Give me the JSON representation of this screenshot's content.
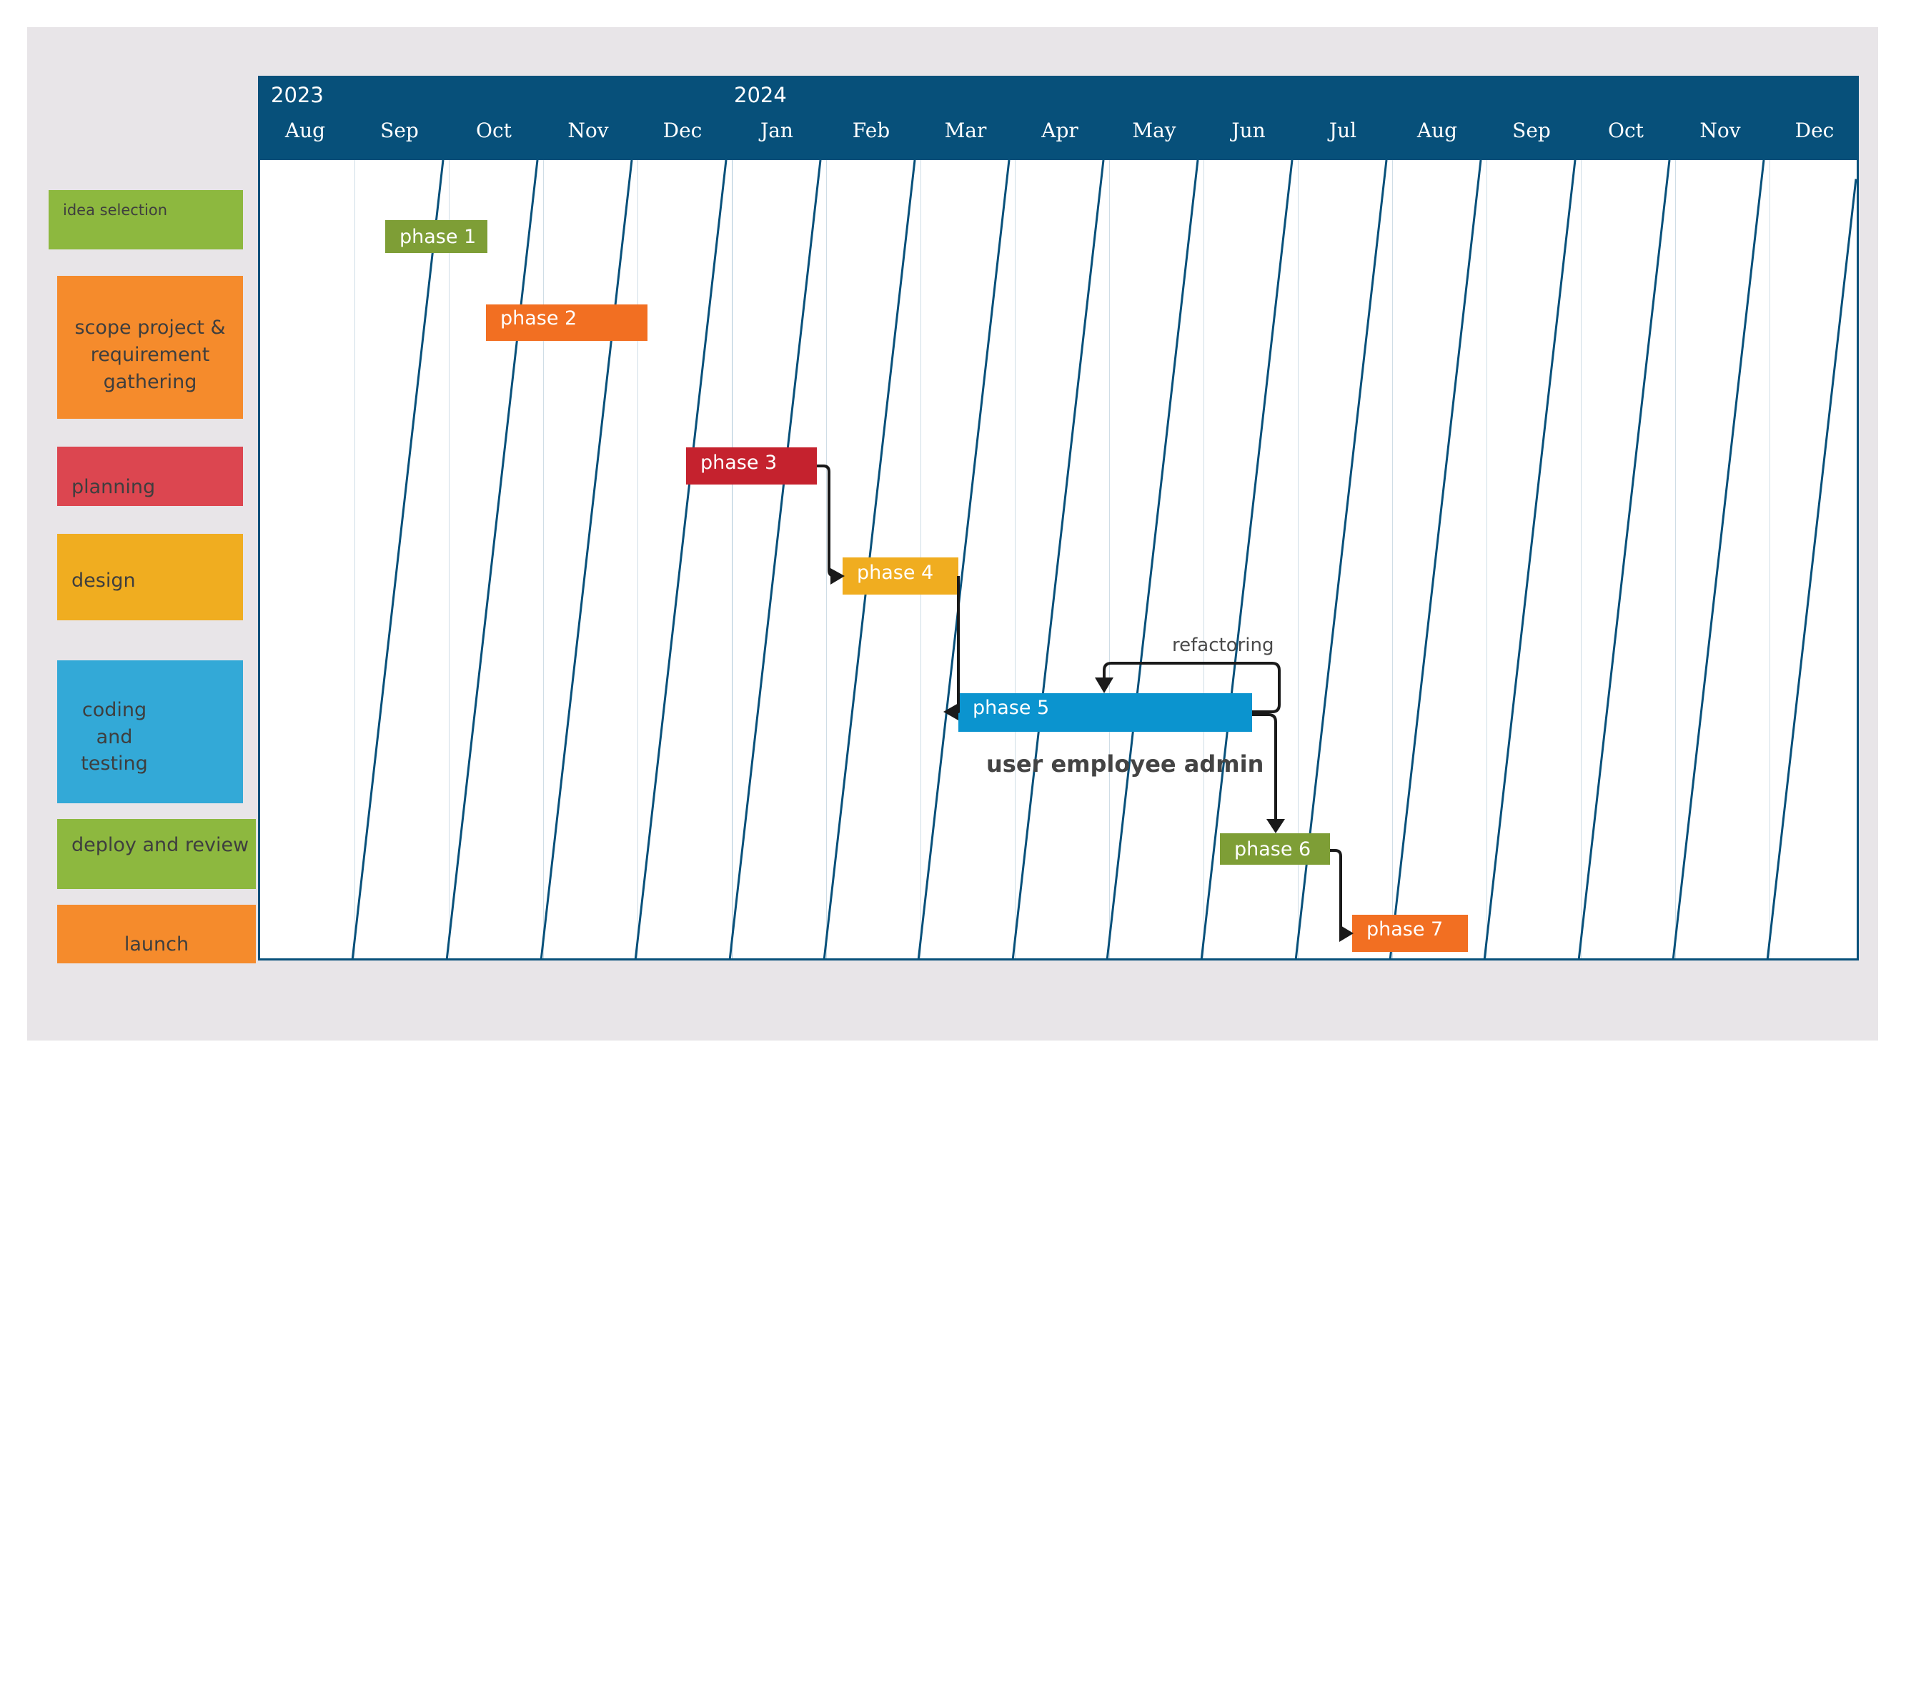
{
  "timeline": {
    "years": [
      {
        "label": "2023",
        "month_index": 0
      },
      {
        "label": "2024",
        "month_index": 5
      }
    ],
    "months": [
      "Aug",
      "Sep",
      "Oct",
      "Nov",
      "Dec",
      "Jan",
      "Feb",
      "Mar",
      "Apr",
      "May",
      "Jun",
      "Jul",
      "Aug",
      "Sep",
      "Oct",
      "Nov",
      "Dec"
    ]
  },
  "rows": [
    {
      "label": "idea selection",
      "color": "#8db83f"
    },
    {
      "label": "scope project & requirement gathering",
      "color": "#f58b2c"
    },
    {
      "label": "planning",
      "color": "#dc4650"
    },
    {
      "label": "design",
      "color": "#f0ad20"
    },
    {
      "label": "coding and testing",
      "color": "#33a9d7"
    },
    {
      "label": "deploy and review",
      "color": "#8db83f"
    },
    {
      "label": "launch",
      "color": "#f58b2c"
    }
  ],
  "phases": [
    {
      "label": "phase 1",
      "color": "#7e9e36"
    },
    {
      "label": "phase 2",
      "color": "#f26f22"
    },
    {
      "label": "phase 3",
      "color": "#c5222e"
    },
    {
      "label": "phase 4",
      "color": "#f0ad20"
    },
    {
      "label": "phase 5",
      "color": "#0b94cf"
    },
    {
      "label": "phase 6",
      "color": "#7e9e36"
    },
    {
      "label": "phase 7",
      "color": "#f26f22"
    }
  ],
  "annotations": {
    "refactoring": "refactoring",
    "user_note": "user employee admin"
  },
  "colors": {
    "header": "#07507a",
    "background": "#e8e5e8",
    "diagonal_lines": "#07507a",
    "arrows": "#1a1a1a"
  }
}
